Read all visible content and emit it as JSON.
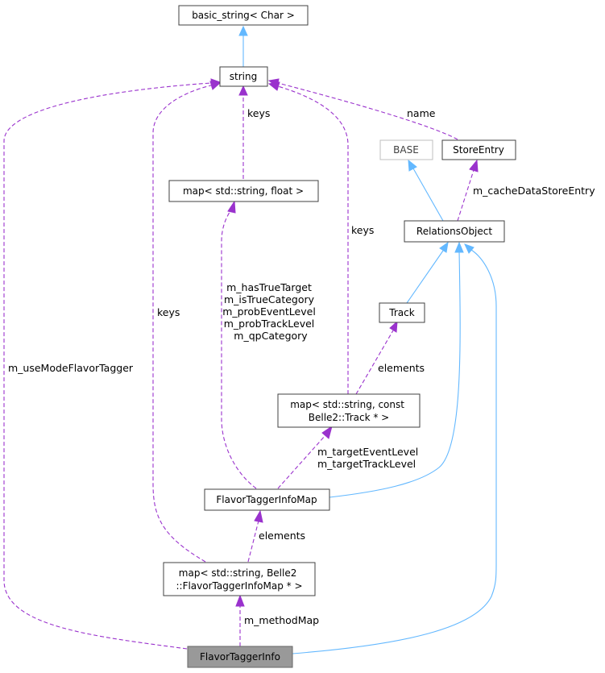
{
  "nodes": {
    "basic_string": "basic_string< Char >",
    "string": "string",
    "map_string_float": "map< std::string, float >",
    "base": "BASE",
    "store_entry": "StoreEntry",
    "relations_object": "RelationsObject",
    "track": "Track",
    "map_string_track": [
      "map< std::string, const",
      "Belle2::Track * >"
    ],
    "flavor_tagger_info_map": "FlavorTaggerInfoMap",
    "map_string_ftim": [
      "map< std::string, Belle2",
      "::FlavorTaggerInfoMap * >"
    ],
    "flavor_tagger_info": "FlavorTaggerInfo"
  },
  "edge_labels": {
    "keys_float": "keys",
    "name": "name",
    "m_cacheDataStoreEntry": "m_cacheDataStoreEntry",
    "keys_track": "keys",
    "keys_ftim": "keys",
    "prob_labels": [
      "m_hasTrueTarget",
      "m_isTrueCategory",
      "m_probEventLevel",
      "m_probTrackLevel",
      "m_qpCategory"
    ],
    "elements_track": "elements",
    "target_labels": [
      "m_targetEventLevel",
      "m_targetTrackLevel"
    ],
    "elements_ftim": "elements",
    "m_useModeFlavorTagger": "m_useModeFlavorTagger",
    "m_methodMap": "m_methodMap"
  },
  "colors": {
    "inheritance": "#63b8ff",
    "usage": "#9a32cd",
    "focus_node": "#999999"
  }
}
